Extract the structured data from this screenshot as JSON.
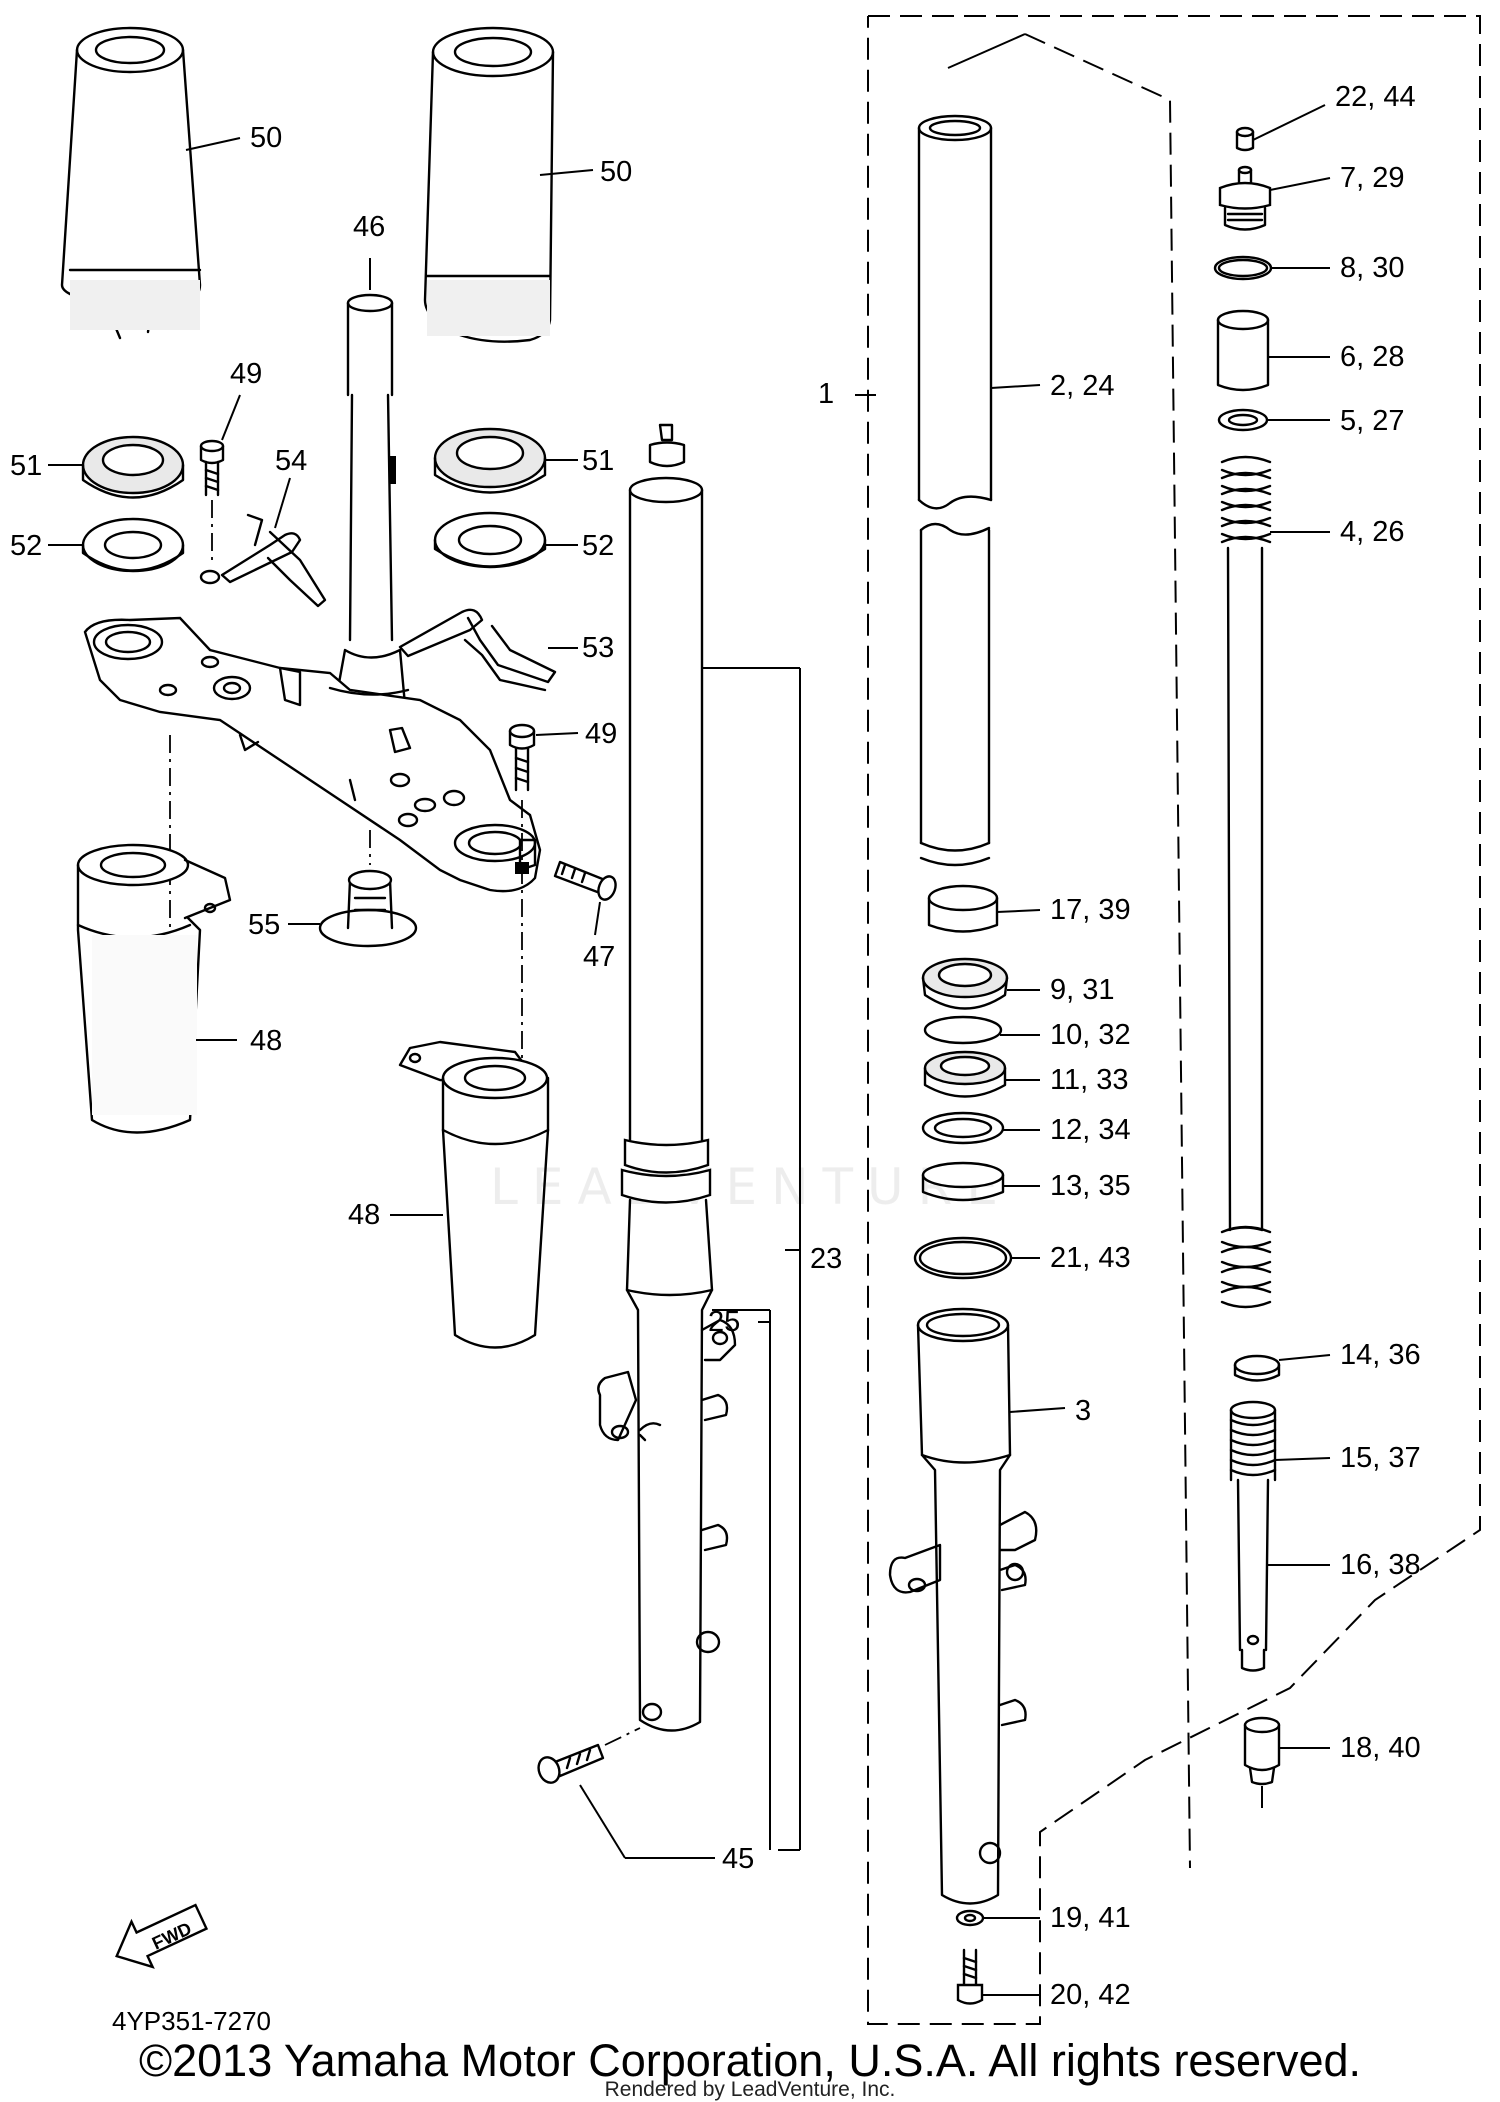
{
  "callouts": {
    "c1": "1",
    "c2_24": "2, 24",
    "c3": "3",
    "c4_26": "4, 26",
    "c5_27": "5, 27",
    "c6_28": "6, 28",
    "c7_29": "7, 29",
    "c8_30": "8, 30",
    "c9_31": "9, 31",
    "c10_32": "10, 32",
    "c11_33": "11, 33",
    "c12_34": "12, 34",
    "c13_35": "13, 35",
    "c14_36": "14, 36",
    "c15_37": "15, 37",
    "c16_38": "16, 38",
    "c17_39": "17, 39",
    "c18_40": "18, 40",
    "c19_41": "19, 41",
    "c20_42": "20, 42",
    "c21_43": "21, 43",
    "c22_44": "22, 44",
    "c23": "23",
    "c25": "25",
    "c45": "45",
    "c46": "46",
    "c47": "47",
    "c48a": "48",
    "c48b": "48",
    "c49a": "49",
    "c49b": "49",
    "c50a": "50",
    "c50b": "50",
    "c51a": "51",
    "c51b": "51",
    "c52a": "52",
    "c52b": "52",
    "c53": "53",
    "c54": "54",
    "c55": "55"
  },
  "fwd_label": "FWD",
  "diagram_code": "4YP351-7270",
  "copyright": "©2013 Yamaha Motor Corporation, U.S.A. All rights reserved.",
  "rendered_by": "Rendered by LeadVenture, Inc.",
  "watermark": "LEADVENTURE"
}
